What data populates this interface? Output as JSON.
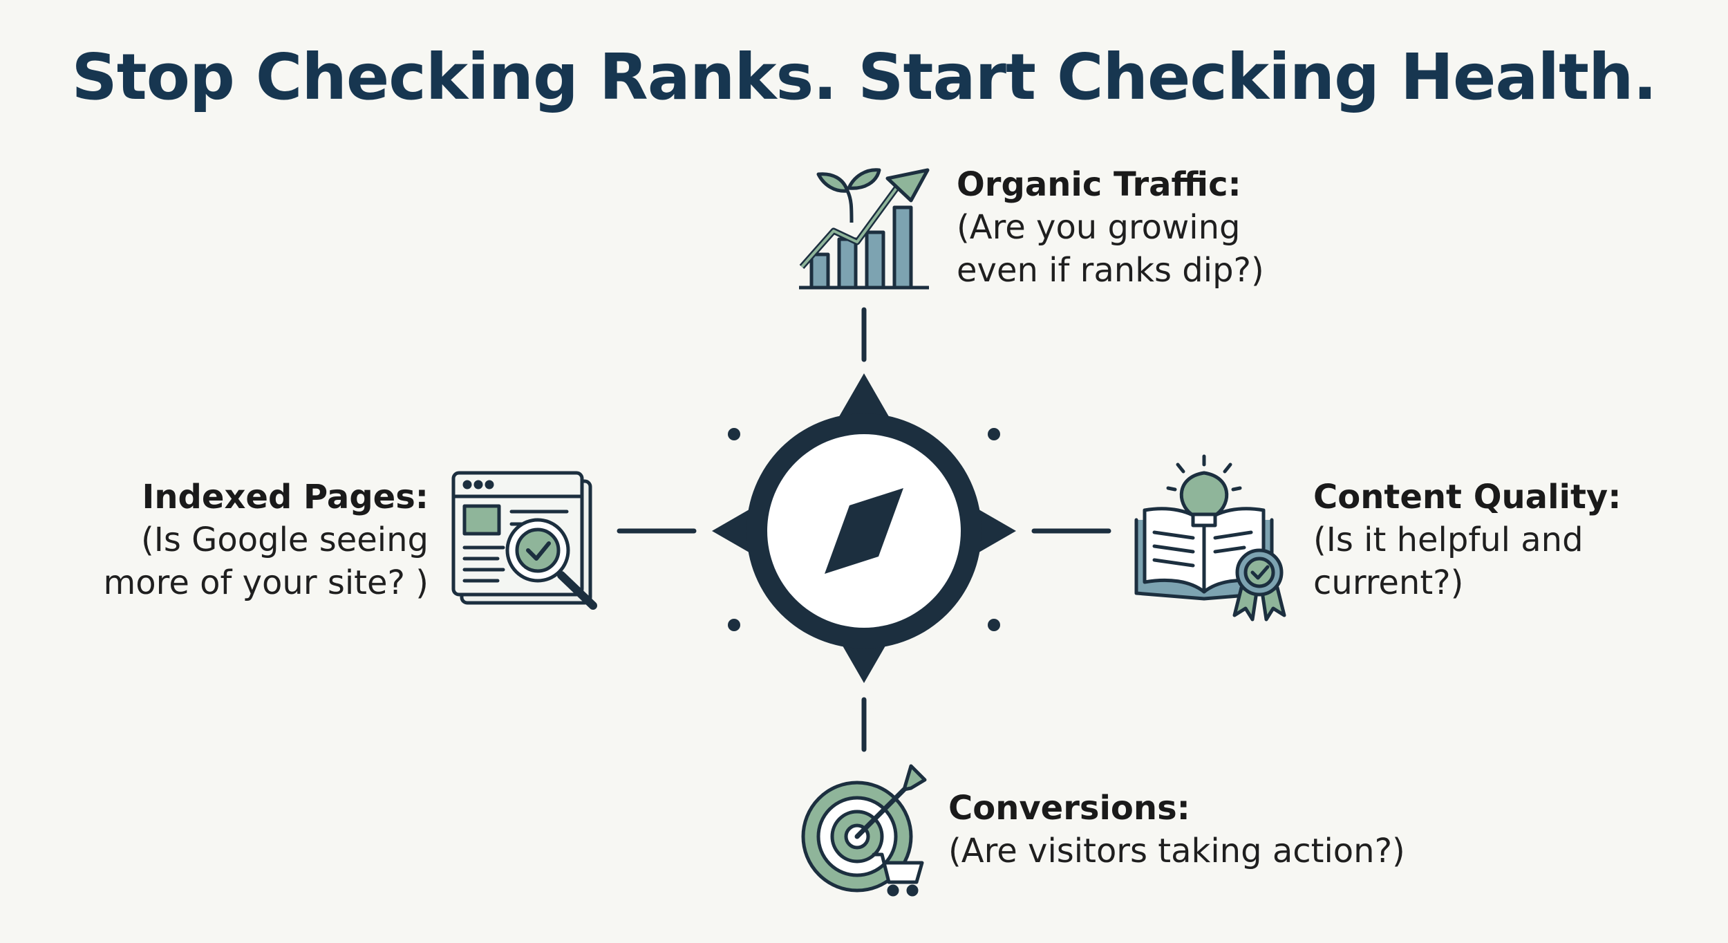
{
  "title": "Stop Checking Ranks. Start Checking Health.",
  "metrics": {
    "top": {
      "heading": "Organic Traffic:",
      "question": "(Are you growing\neven if ranks dip?)",
      "icon": "growth-chart-sprout-icon"
    },
    "left": {
      "heading": "Indexed Pages:",
      "question": "(Is Google seeing\nmore of your site? )",
      "icon": "webpage-magnifier-check-icon"
    },
    "right": {
      "heading": "Content Quality:",
      "question": "(Is it helpful and\ncurrent?)",
      "icon": "book-lightbulb-badge-icon"
    },
    "bottom": {
      "heading": "Conversions:",
      "question": "(Are visitors taking action?)",
      "icon": "target-arrow-cart-icon"
    }
  },
  "center_icon": "compass-icon",
  "colors": {
    "navy": "#173650",
    "sage": "#8fb59a",
    "steel": "#7da3b1",
    "background": "#f7f7f3"
  }
}
